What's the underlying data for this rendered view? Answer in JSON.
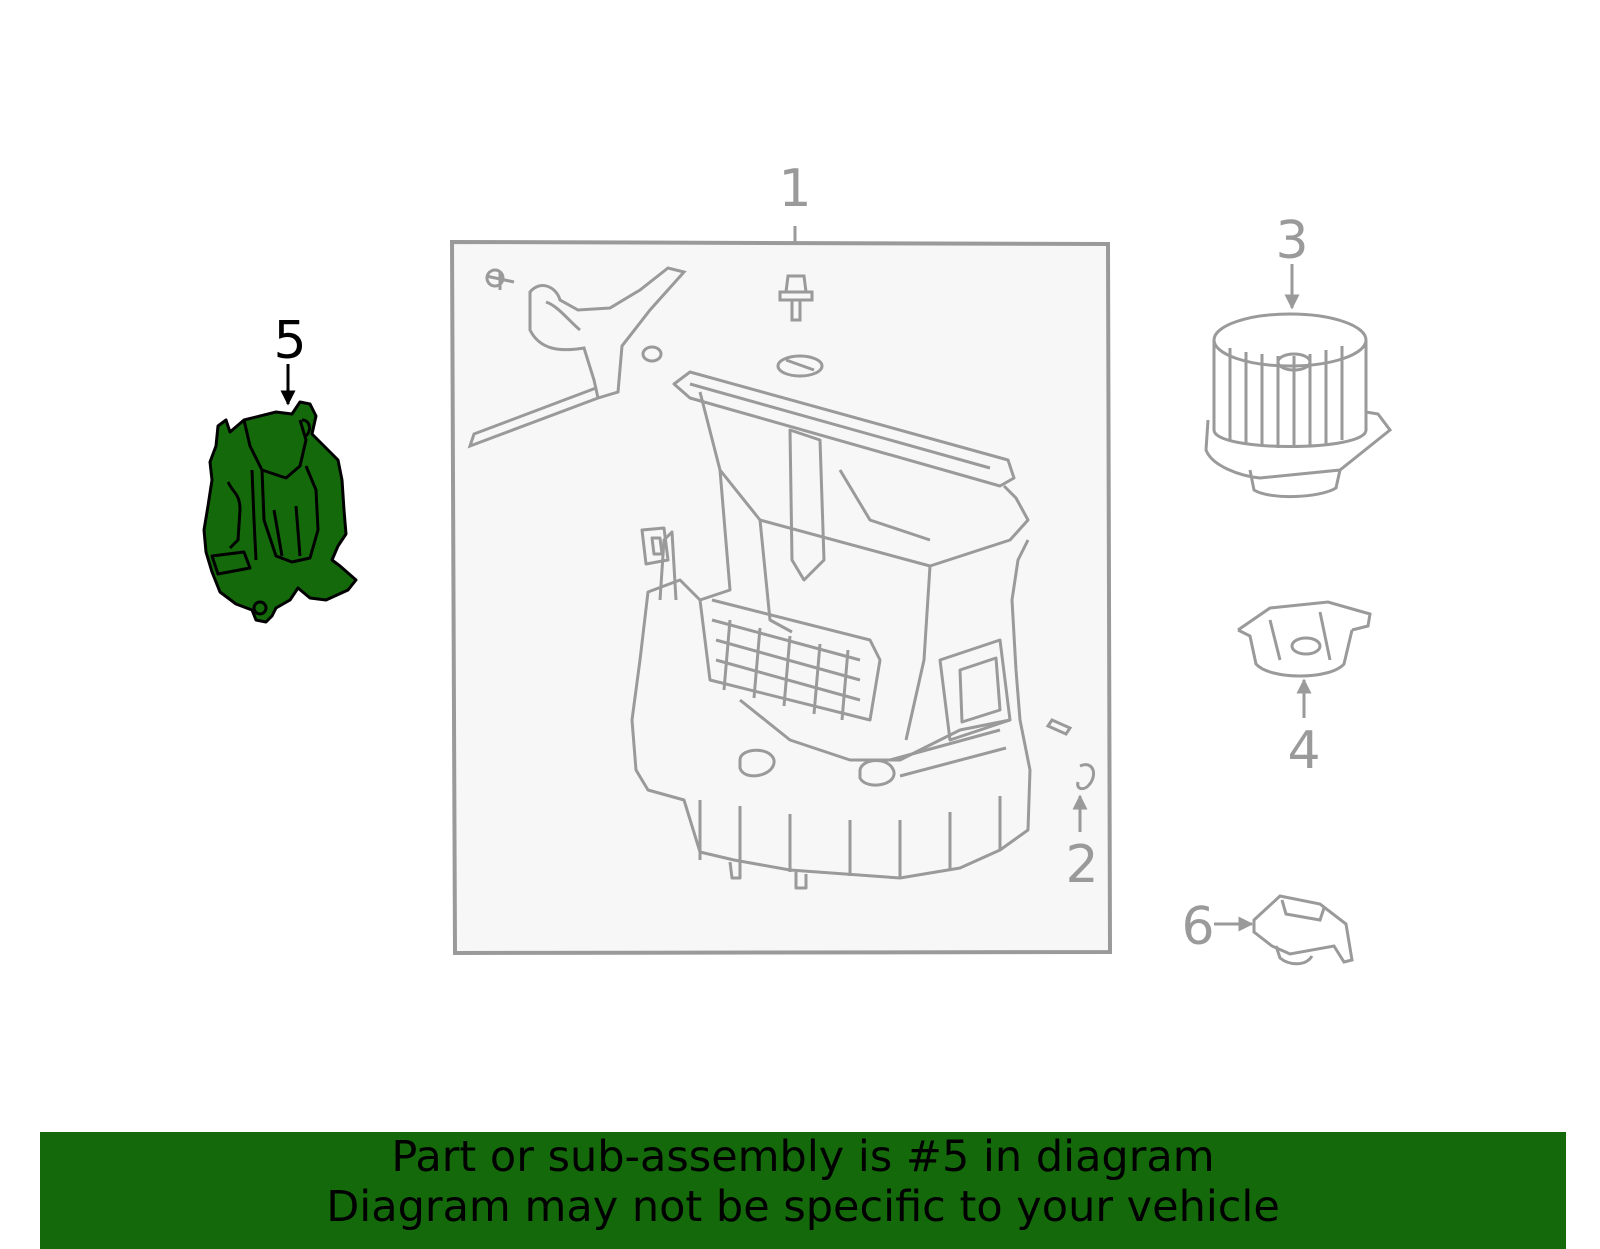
{
  "colors": {
    "outline": "#9a9a9a",
    "box_fill": "#f7f7f7",
    "highlight_fill": "#146a0b",
    "highlight_stroke": "#000000",
    "banner_bg": "#146a0b",
    "banner_text": "#000000"
  },
  "callouts": [
    {
      "number": "1",
      "highlighted": false
    },
    {
      "number": "2",
      "highlighted": false
    },
    {
      "number": "3",
      "highlighted": false
    },
    {
      "number": "4",
      "highlighted": false
    },
    {
      "number": "5",
      "highlighted": true
    },
    {
      "number": "6",
      "highlighted": false
    }
  ],
  "banner": {
    "line1": "Part or sub-assembly is #5 in diagram",
    "line2": "Diagram may not be specific to your vehicle"
  }
}
